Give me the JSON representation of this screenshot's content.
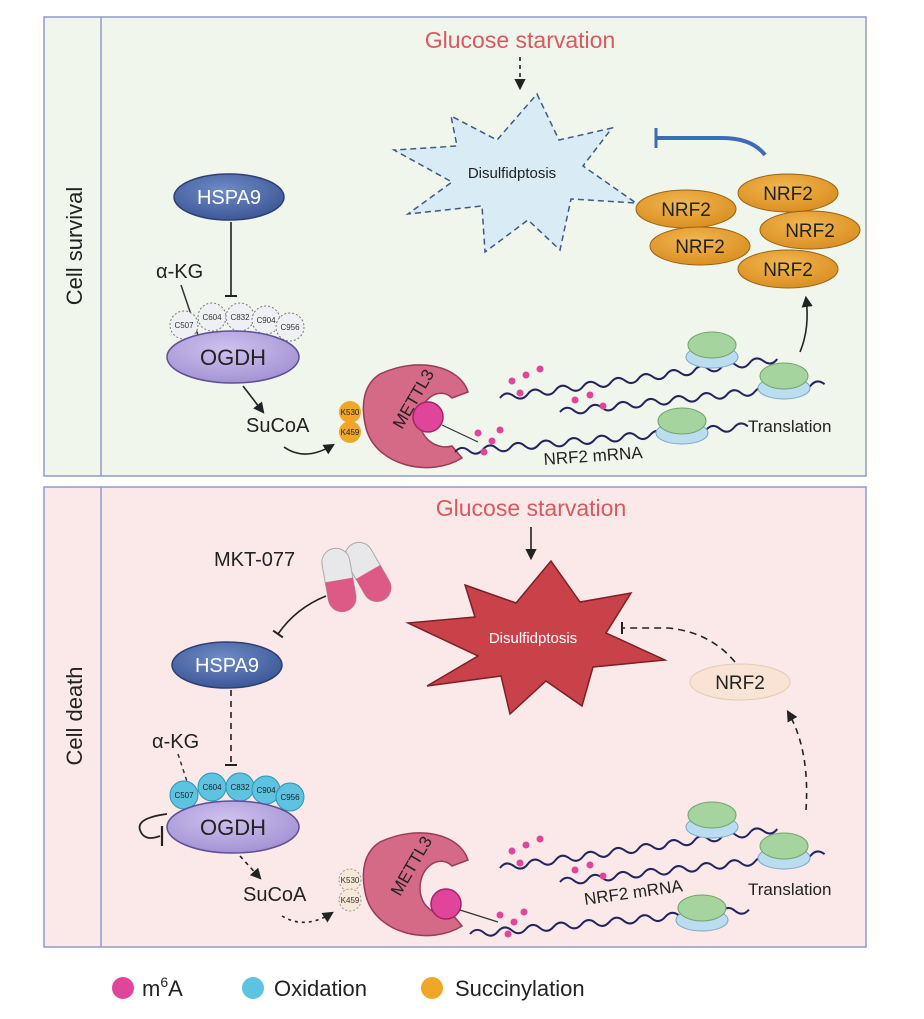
{
  "colors": {
    "survival_bg": "#f1f6ec",
    "death_bg": "#fbe9ea",
    "panel_border": "#8e9cc7",
    "stimulus_text": "#d9585f",
    "hspa9": "#4d6aa8",
    "ogdh": "#b7a6df",
    "mettl3": "#d46a86",
    "m6a": "#e0459a",
    "oxidation": "#5ec3e0",
    "succinylation": "#f0a626",
    "nrf2_active": "#e8a233",
    "nrf2_inactive": "#f8e3d4",
    "disulfidptosis_low": "#d9ecf6",
    "disulfidptosis_high": "#c9424a",
    "inhibition_blue": "#3c6cb6"
  },
  "top": {
    "side_label": "Cell survival",
    "stimulus": "Glucose starvation",
    "outcome": "Disulfidptosis",
    "hspa9": "HSPA9",
    "akg": "α-KG",
    "ogdh": "OGDH",
    "sites": [
      "C507",
      "C604",
      "C832",
      "C904",
      "C956"
    ],
    "sucoa": "SuCoA",
    "lysines": [
      "K530",
      "K459"
    ],
    "mettl3": "METTL3",
    "mrna": "NRF2 mRNA",
    "translation": "Translation",
    "nrf2": [
      "NRF2",
      "NRF2",
      "NRF2",
      "NRF2",
      "NRF2"
    ]
  },
  "bottom": {
    "side_label": "Cell death",
    "stimulus": "Glucose starvation",
    "outcome": "Disulfidptosis",
    "drug": "MKT-077",
    "hspa9": "HSPA9",
    "akg": "α-KG",
    "ogdh": "OGDH",
    "sites": [
      "C507",
      "C604",
      "C832",
      "C904",
      "C956"
    ],
    "sucoa": "SuCoA",
    "lysines": [
      "K530",
      "K459"
    ],
    "mettl3": "METTL3",
    "mrna": "NRF2 mRNA",
    "translation": "Translation",
    "nrf2": "NRF2"
  },
  "legend": {
    "m6a_base": "m",
    "m6a_sup": "6",
    "m6a_tail": "A",
    "oxidation": "Oxidation",
    "succinylation": "Succinylation"
  }
}
